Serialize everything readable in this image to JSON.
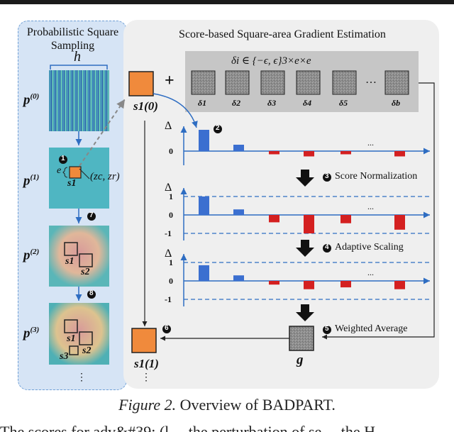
{
  "left_panel": {
    "title": "Probabilistic Square Sampling",
    "h_label": "h",
    "p_labels": [
      {
        "base": "p",
        "sup": "(0)"
      },
      {
        "base": "p",
        "sup": "(1)"
      },
      {
        "base": "p",
        "sup": "(2)"
      },
      {
        "base": "p",
        "sup": "(3)"
      }
    ],
    "e_label": "e",
    "s1": "s1",
    "s2": "s2",
    "s3": "s3",
    "zc_zr": "(zc, zr)",
    "ellipsis": "⋮"
  },
  "right_panel": {
    "title": "Score-based Square-area Gradient Estimation",
    "plus": "+",
    "s1_init": "s1(0)",
    "delta_formula": "δi ∈ {−ϵ, ϵ}3×e×e",
    "deltas": [
      "δ1",
      "δ2",
      "δ3",
      "δ4",
      "δ5",
      "δb"
    ],
    "ellipsis": "…",
    "steps": {
      "score_normalization": "Score Normalization",
      "adaptive_scaling": "Adaptive Scaling",
      "weighted_average": "Weighted Average"
    },
    "g": "g",
    "s1_next": "s1(1)",
    "vellipsis": "⋮"
  },
  "steps": [
    "1",
    "2",
    "3",
    "4",
    "5",
    "6",
    "7",
    "8"
  ],
  "chart_data": [
    {
      "type": "bar",
      "ylabel": "Δ",
      "yticks": [
        "0"
      ],
      "values": [
        1.0,
        0.3,
        -0.15,
        -0.25,
        -0.15,
        -0.25
      ],
      "ellipsis": "...",
      "colors": {
        "positive": "#3b6fd0",
        "negative": "#d42020"
      }
    },
    {
      "type": "bar",
      "ylabel": "Δ",
      "yticks": [
        "1",
        "0",
        "-1"
      ],
      "ylim": [
        -1,
        1
      ],
      "values": [
        1.0,
        0.3,
        -0.4,
        -1.0,
        -0.45,
        -0.8
      ],
      "ellipsis": "...",
      "colors": {
        "positive": "#3b6fd0",
        "negative": "#d42020"
      }
    },
    {
      "type": "bar",
      "ylabel": "Δ",
      "yticks": [
        "1",
        "0",
        "-1"
      ],
      "ylim": [
        -1,
        1
      ],
      "values": [
        0.85,
        0.3,
        -0.2,
        -0.45,
        -0.35,
        -0.45
      ],
      "ellipsis": "...",
      "colors": {
        "positive": "#3b6fd0",
        "negative": "#d42020"
      }
    }
  ],
  "caption": {
    "label": "Figure 2.",
    "text": "Overview of BADPART."
  },
  "body_fragment": "The scores for adv&#39; (l ... the perturbation of se ... the H"
}
